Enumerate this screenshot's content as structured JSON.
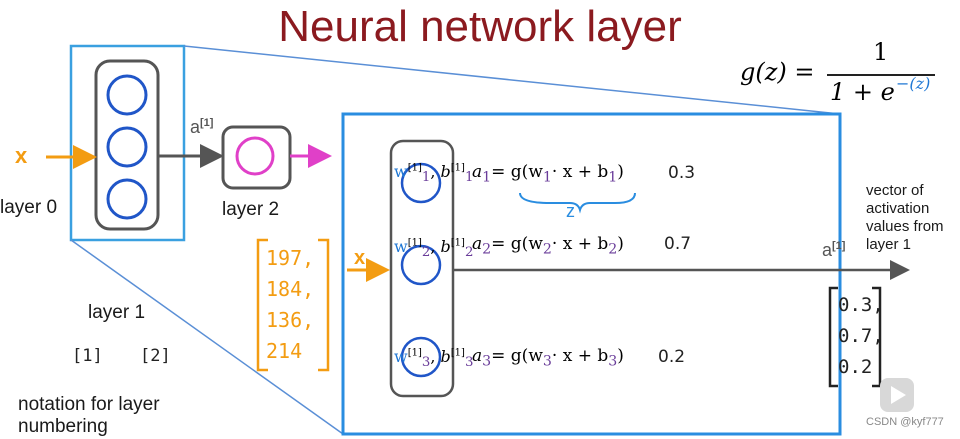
{
  "title": "Neural network layer",
  "labels": {
    "layer0": "layer 0",
    "layer1": "layer 1",
    "layer2": "layer 2",
    "notation_brackets_1": "[1]",
    "notation_brackets_2": "[2]",
    "notation": "notation for layer\nnumbering",
    "vector_caption": "vector of\nactivation\nvalues from\nlayer 1",
    "input_x": "x",
    "a_vec": "a",
    "a_sup": "[1]"
  },
  "sigmoid": {
    "lhs": "g(z) =",
    "numerator": "1",
    "denominator": "1 + e",
    "exp": "−(z)"
  },
  "input_values": [
    "197,",
    "184,",
    "136,",
    "214"
  ],
  "neurons": [
    {
      "sub": "1",
      "a": "a",
      "eq": "= g(w",
      "rest": "· x + b",
      "close": ")",
      "value": "0.3"
    },
    {
      "sub": "2",
      "a": "a",
      "eq": "= g(w",
      "rest": "· x + b",
      "close": ")",
      "value": "0.7"
    },
    {
      "sub": "3",
      "a": "a",
      "eq": "= g(w",
      "rest": "· x + b",
      "close": ")",
      "value": "0.2"
    }
  ],
  "brace_label": "z",
  "output_vector": [
    "0.3,",
    "0.7,",
    "0.2"
  ],
  "watermark": "CSDN @kyf777",
  "colors": {
    "title": "#8b1a1f",
    "blue": "#1f77d4",
    "orange": "#f39c12",
    "magenta": "#e040c8",
    "purple": "#6a3d9a",
    "cyan": "#3aa0e0"
  }
}
